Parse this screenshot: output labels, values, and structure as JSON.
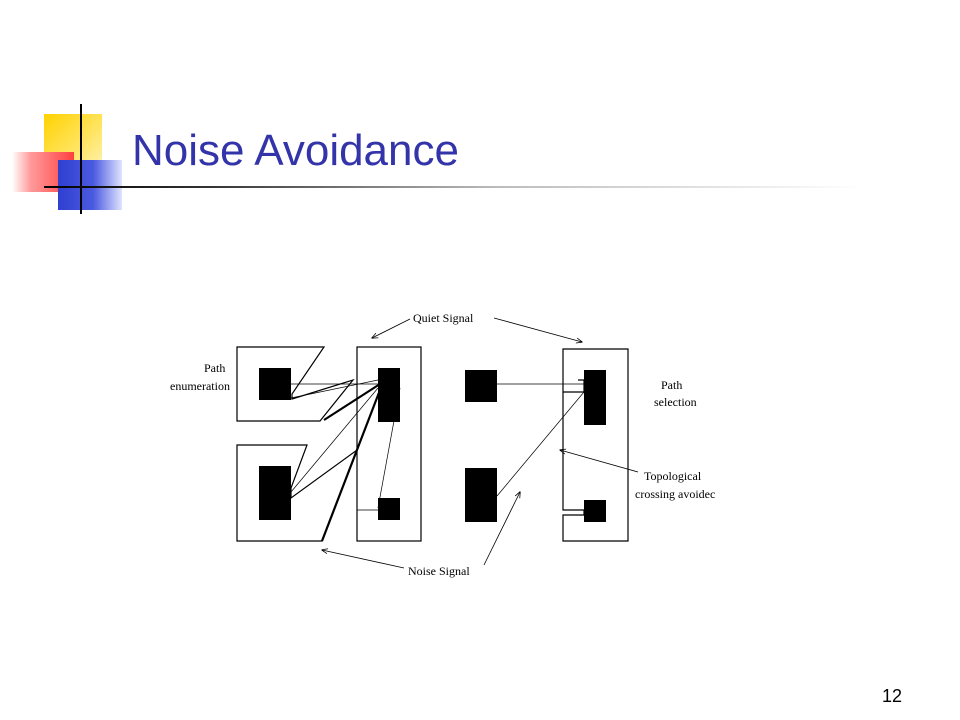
{
  "slide": {
    "title": "Noise Avoidance",
    "page_number": "12"
  },
  "diagram": {
    "labels": {
      "quiet_signal": "Quiet  Signal",
      "noise_signal": "Noise  Signal",
      "path_enum_line1": "Path",
      "path_enum_line2": "enumeration",
      "path_sel_line1": "Path",
      "path_sel_line2": "selection",
      "topo_line1": "Topological",
      "topo_line2": "crossing avoidec"
    }
  }
}
